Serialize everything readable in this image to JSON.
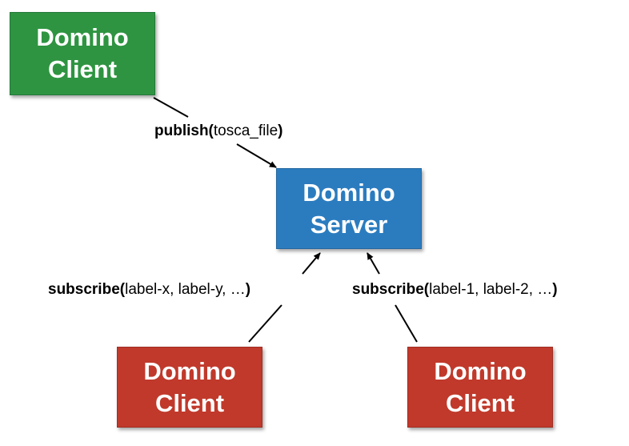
{
  "nodes": {
    "top_client": {
      "line1": "Domino",
      "line2": "Client",
      "color": "#2e9441"
    },
    "server": {
      "line1": "Domino",
      "line2": "Server",
      "color": "#2b7cbf"
    },
    "left_client": {
      "line1": "Domino",
      "line2": "Client",
      "color": "#c0392b"
    },
    "right_client": {
      "line1": "Domino",
      "line2": "Client",
      "color": "#c0392b"
    }
  },
  "edges": {
    "publish": {
      "fn": "publish(",
      "args": "tosca_file",
      "close": ")"
    },
    "subscribe_left": {
      "fn": "subscribe(",
      "args": "label-x, label-y, …",
      "close": ")"
    },
    "subscribe_right": {
      "fn": "subscribe(",
      "args": "label-1, label-2, …",
      "close": ")"
    }
  }
}
